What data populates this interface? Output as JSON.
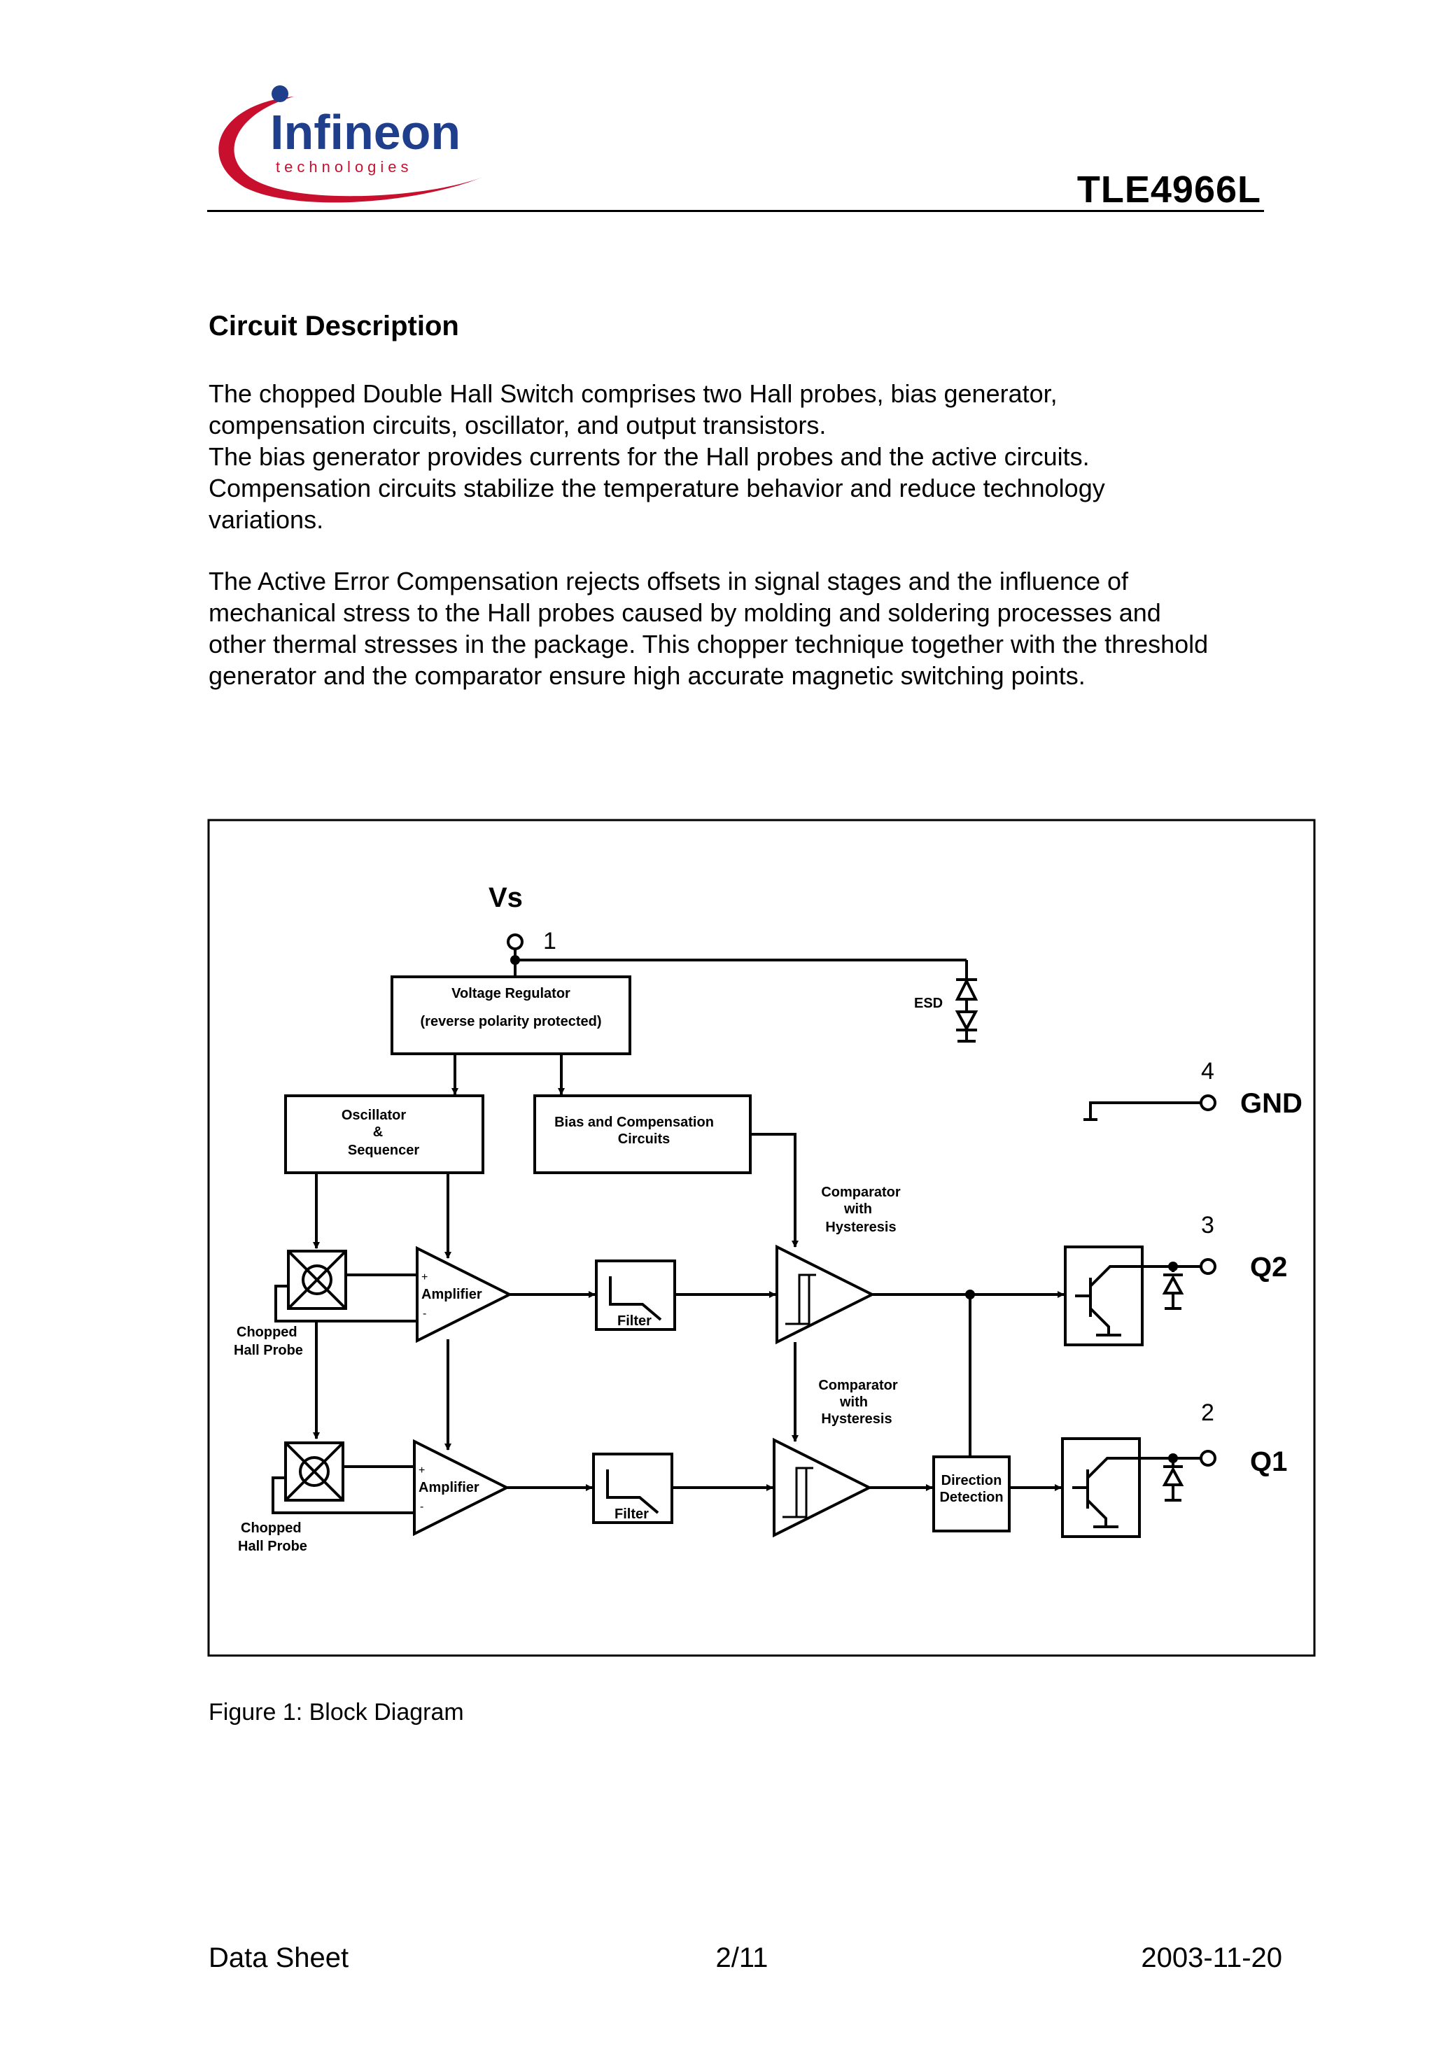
{
  "header": {
    "logo": {
      "brand": "Infineon",
      "tagline": "technologies",
      "colors": {
        "swoosh": "#c8102e",
        "text": "#1f3e8c"
      }
    },
    "title": "TLE4966L"
  },
  "section": {
    "heading": "Circuit Description",
    "paragraph1": [
      "The chopped Double Hall Switch comprises two Hall probes, bias generator,",
      "compensation circuits, oscillator, and output transistors.",
      "The bias generator provides currents for the Hall probes and the active circuits.",
      "Compensation circuits stabilize the temperature behavior and reduce technology",
      "variations."
    ],
    "paragraph2": [
      "The Active Error Compensation rejects offsets in signal stages and the influence of",
      "mechanical stress to the Hall probes caused by molding and soldering processes and",
      "other thermal stresses in the package. This chopper technique together with the threshold",
      "generator and the comparator ensure high accurate magnetic switching points."
    ]
  },
  "diagram": {
    "vs_label": "Vs",
    "pin1": "1",
    "esd": "ESD",
    "regulator_line1": "Voltage Regulator",
    "regulator_line2": "(reverse polarity protected)",
    "oscillator_line1": "Oscillator",
    "oscillator_line2": "&",
    "oscillator_line3": "Sequencer",
    "bias_line1": "Bias and Compensation",
    "bias_line2": "Circuits",
    "pin4": "4",
    "gnd_label": "GND",
    "pin3": "3",
    "q2_label": "Q2",
    "pin2": "2",
    "q1_label": "Q1",
    "comparator_top": [
      "Comparator",
      "with",
      "Hysteresis"
    ],
    "comparator_bottom": [
      "Comparator",
      "with",
      "Hysteresis"
    ],
    "amplifier_top": "Amplifier",
    "amplifier_bottom": "Amplifier",
    "plus": "+",
    "minus": "-",
    "filter_top": "Filter",
    "filter_bottom": "Filter",
    "hall_top": [
      "Chopped",
      "Hall Probe"
    ],
    "hall_bottom": [
      "Chopped",
      "Hall Probe"
    ],
    "direction_line1": "Direction",
    "direction_line2": "Detection"
  },
  "figure_caption": "Figure 1: Block Diagram",
  "footer": {
    "left": "Data Sheet",
    "center": "2/11",
    "right": "2003-11-20"
  }
}
